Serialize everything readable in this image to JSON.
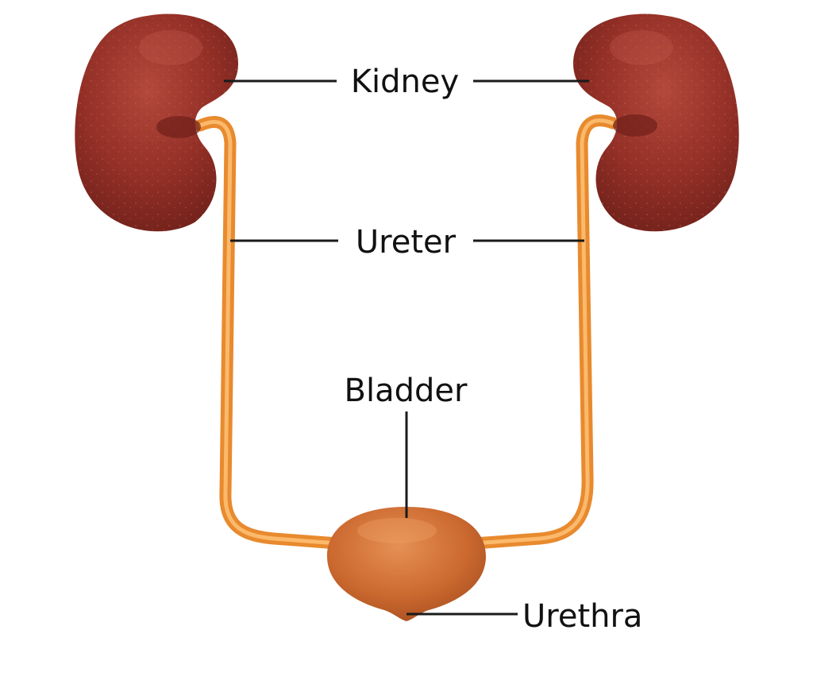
{
  "labels": {
    "kidney": "Kidney",
    "ureter": "Ureter",
    "bladder": "Bladder",
    "urethra": "Urethra"
  },
  "colors": {
    "background": "#ffffff",
    "kidney": "#8e2d24",
    "kidney_highlight": "#b4483c",
    "kidney_shadow": "#6a1f19",
    "ureter": "#f39a3e",
    "ureter_highlight": "#ffd08a",
    "bladder": "#c9662e",
    "bladder_highlight": "#e59055",
    "leader_line": "#1a1a1a",
    "text": "#111111"
  }
}
